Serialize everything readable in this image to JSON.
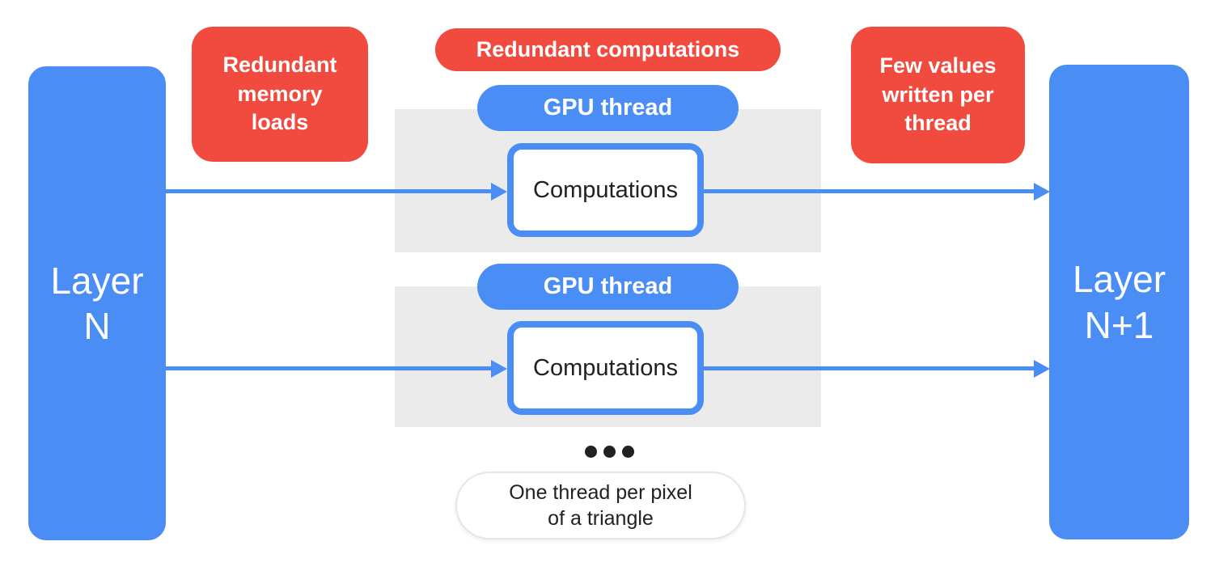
{
  "colors": {
    "blue": "#4a8ef5",
    "red": "#f04b3e",
    "gray_panel": "#ebebeb",
    "text_dark": "#202124",
    "white": "#ffffff",
    "note_border": "#e6e6e6"
  },
  "layers": {
    "left": {
      "label": "Layer\nN"
    },
    "right": {
      "label": "Layer\nN+1"
    }
  },
  "badges": {
    "memory": {
      "label": "Redundant\nmemory\nloads"
    },
    "compute": {
      "label": "Redundant computations"
    },
    "few_values": {
      "label": "Few values\nwritten per\nthread"
    }
  },
  "threads": [
    {
      "pill": "GPU thread",
      "box": "Computations"
    },
    {
      "pill": "GPU thread",
      "box": "Computations"
    }
  ],
  "note": {
    "label": "One thread per pixel\nof a triangle"
  }
}
